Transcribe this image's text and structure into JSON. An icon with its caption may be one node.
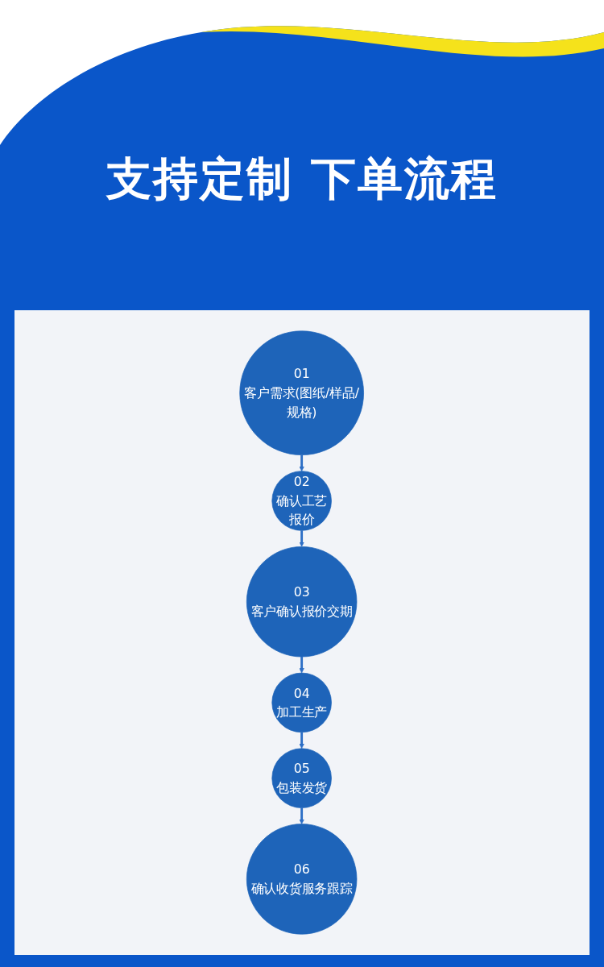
{
  "diagram": {
    "title": "支持定制 下单流程",
    "nodes": [
      {
        "text": [
          "01",
          "客户需求(图纸/样品/规格)"
        ]
      },
      {
        "text": [
          "02",
          "确认工艺",
          "报价"
        ]
      },
      {
        "text": [
          "03",
          "客户确认报价交期"
        ]
      },
      {
        "text": [
          "04",
          "加工生产"
        ]
      },
      {
        "text": [
          "05",
          "包装发货"
        ]
      },
      {
        "text": [
          "06",
          "确认收货服务跟踪"
        ]
      }
    ],
    "edges": [
      {
        "from": 0,
        "to": 1,
        "arrow": "to"
      },
      {
        "from": 1,
        "to": 2,
        "arrow": "to"
      },
      {
        "from": 2,
        "to": 3,
        "arrow": "to"
      },
      {
        "from": 3,
        "to": 4,
        "arrow": "to"
      },
      {
        "from": 4,
        "to": 5,
        "arrow": "to"
      }
    ]
  }
}
